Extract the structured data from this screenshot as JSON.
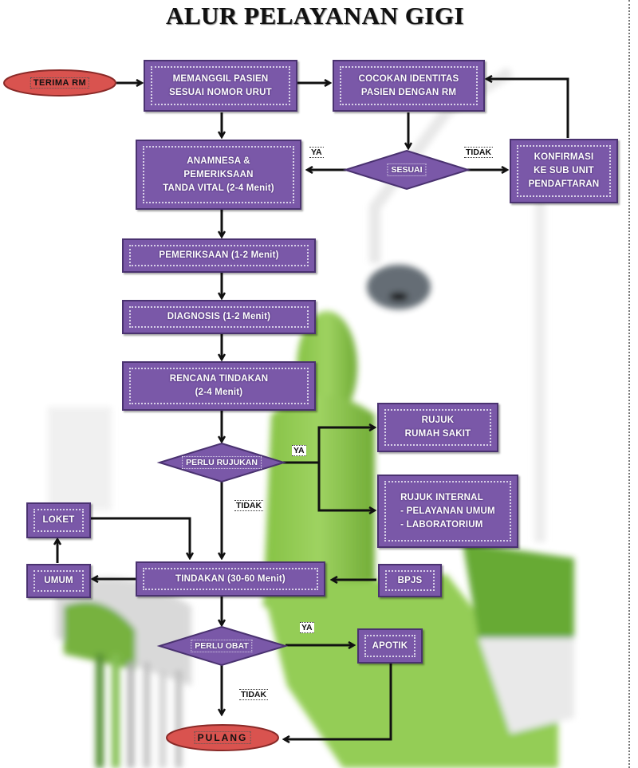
{
  "title": "ALUR PELAYANAN GIGI",
  "colors": {
    "process_fill": "#7a58a8",
    "process_border": "#4a3270",
    "terminal_fill": "#d9534f",
    "arrow": "#111111",
    "background_chair_green": "#8cc63f"
  },
  "nodes": {
    "terima_rm": {
      "type": "terminal",
      "label": "TERIMA RM"
    },
    "memanggil": {
      "type": "process",
      "label": "MEMANGGIL PASIEN\nSESUAI NOMOR URUT"
    },
    "cocokan": {
      "type": "process",
      "label": "COCOKAN IDENTITAS\nPASIEN DENGAN RM"
    },
    "sesuai": {
      "type": "decision",
      "label": "SESUAI"
    },
    "konfirmasi": {
      "type": "process",
      "label": "KONFIRMASI\nKE SUB UNIT\nPENDAFTARAN"
    },
    "anamnesa": {
      "type": "process",
      "label": "ANAMNESA &\nPEMERIKSAAN\nTANDA VITAL (2-4 Menit)"
    },
    "pemeriksaan": {
      "type": "process",
      "label": "PEMERIKSAAN (1-2 Menit)"
    },
    "diagnosis": {
      "type": "process",
      "label": "DIAGNOSIS (1-2 Menit)"
    },
    "rencana": {
      "type": "process",
      "label": "RENCANA TINDAKAN\n(2-4 Menit)"
    },
    "perlu_rujukan": {
      "type": "decision",
      "label": "PERLU RUJUKAN"
    },
    "rujuk_rs": {
      "type": "process",
      "label": "RUJUK\nRUMAH SAKIT"
    },
    "rujuk_internal": {
      "type": "process",
      "label": "RUJUK INTERNAL\n- PELAYANAN UMUM\n- LABORATORIUM"
    },
    "loket": {
      "type": "process",
      "label": "LOKET"
    },
    "umum": {
      "type": "process",
      "label": "UMUM"
    },
    "tindakan": {
      "type": "process",
      "label": "TINDAKAN (30-60 Menit)"
    },
    "bpjs": {
      "type": "process",
      "label": "BPJS"
    },
    "perlu_obat": {
      "type": "decision",
      "label": "PERLU OBAT"
    },
    "apotik": {
      "type": "process",
      "label": "APOTIK"
    },
    "pulang": {
      "type": "terminal",
      "label": "PULANG"
    }
  },
  "edge_labels": {
    "sesuai_ya": "YA",
    "sesuai_tidak": "TIDAK",
    "rujukan_ya": "YA",
    "rujukan_tidak": "TIDAK",
    "obat_ya": "YA",
    "obat_tidak": "TIDAK"
  },
  "edges": [
    {
      "from": "terima_rm",
      "to": "memanggil"
    },
    {
      "from": "memanggil",
      "to": "cocokan"
    },
    {
      "from": "memanggil",
      "to": "anamnesa"
    },
    {
      "from": "cocokan",
      "to": "sesuai"
    },
    {
      "from": "sesuai",
      "to": "anamnesa",
      "label": "YA"
    },
    {
      "from": "sesuai",
      "to": "konfirmasi",
      "label": "TIDAK"
    },
    {
      "from": "konfirmasi",
      "to": "cocokan"
    },
    {
      "from": "anamnesa",
      "to": "pemeriksaan"
    },
    {
      "from": "pemeriksaan",
      "to": "diagnosis"
    },
    {
      "from": "diagnosis",
      "to": "rencana"
    },
    {
      "from": "rencana",
      "to": "perlu_rujukan"
    },
    {
      "from": "perlu_rujukan",
      "to": "rujuk_rs",
      "label": "YA"
    },
    {
      "from": "perlu_rujukan",
      "to": "rujuk_internal",
      "label": "YA"
    },
    {
      "from": "perlu_rujukan",
      "to": "tindakan",
      "label": "TIDAK"
    },
    {
      "from": "loket",
      "to": "tindakan"
    },
    {
      "from": "tindakan",
      "to": "umum"
    },
    {
      "from": "umum",
      "to": "loket"
    },
    {
      "from": "bpjs",
      "to": "tindakan"
    },
    {
      "from": "tindakan",
      "to": "perlu_obat"
    },
    {
      "from": "perlu_obat",
      "to": "apotik",
      "label": "YA"
    },
    {
      "from": "perlu_obat",
      "to": "pulang",
      "label": "TIDAK"
    },
    {
      "from": "apotik",
      "to": "pulang"
    }
  ]
}
